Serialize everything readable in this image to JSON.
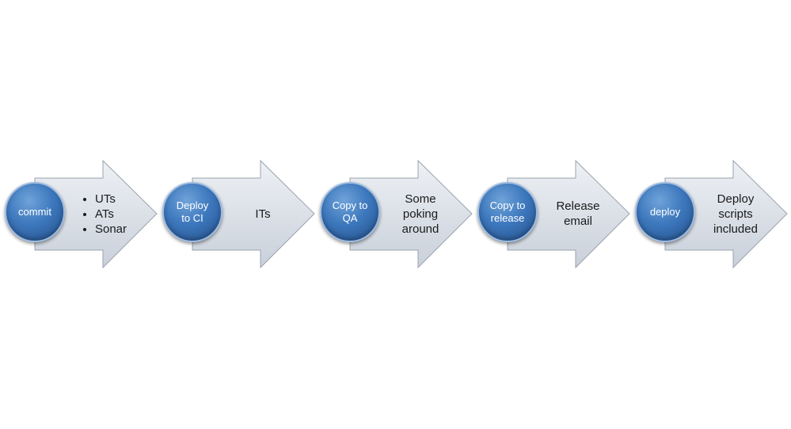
{
  "colors": {
    "arrow_fill_light": "#eef1f5",
    "arrow_fill_dark": "#c9d0da",
    "arrow_stroke": "#9aa3ae",
    "circle_blue": "#3d78bd",
    "circle_text": "#ffffff",
    "desc_text": "#1a1a1a"
  },
  "steps": [
    {
      "circle_lines": [
        "commit"
      ],
      "bullets": [
        "UTs",
        "ATs",
        "Sonar"
      ],
      "desc_lines": []
    },
    {
      "circle_lines": [
        "Deploy",
        "to CI"
      ],
      "bullets": [],
      "desc_lines": [
        "ITs"
      ]
    },
    {
      "circle_lines": [
        "Copy to",
        "QA"
      ],
      "bullets": [],
      "desc_lines": [
        "Some",
        "poking",
        "around"
      ]
    },
    {
      "circle_lines": [
        "Copy to",
        "release"
      ],
      "bullets": [],
      "desc_lines": [
        "Release",
        "email"
      ]
    },
    {
      "circle_lines": [
        "deploy"
      ],
      "bullets": [],
      "desc_lines": [
        "Deploy",
        "scripts",
        "included"
      ]
    }
  ]
}
